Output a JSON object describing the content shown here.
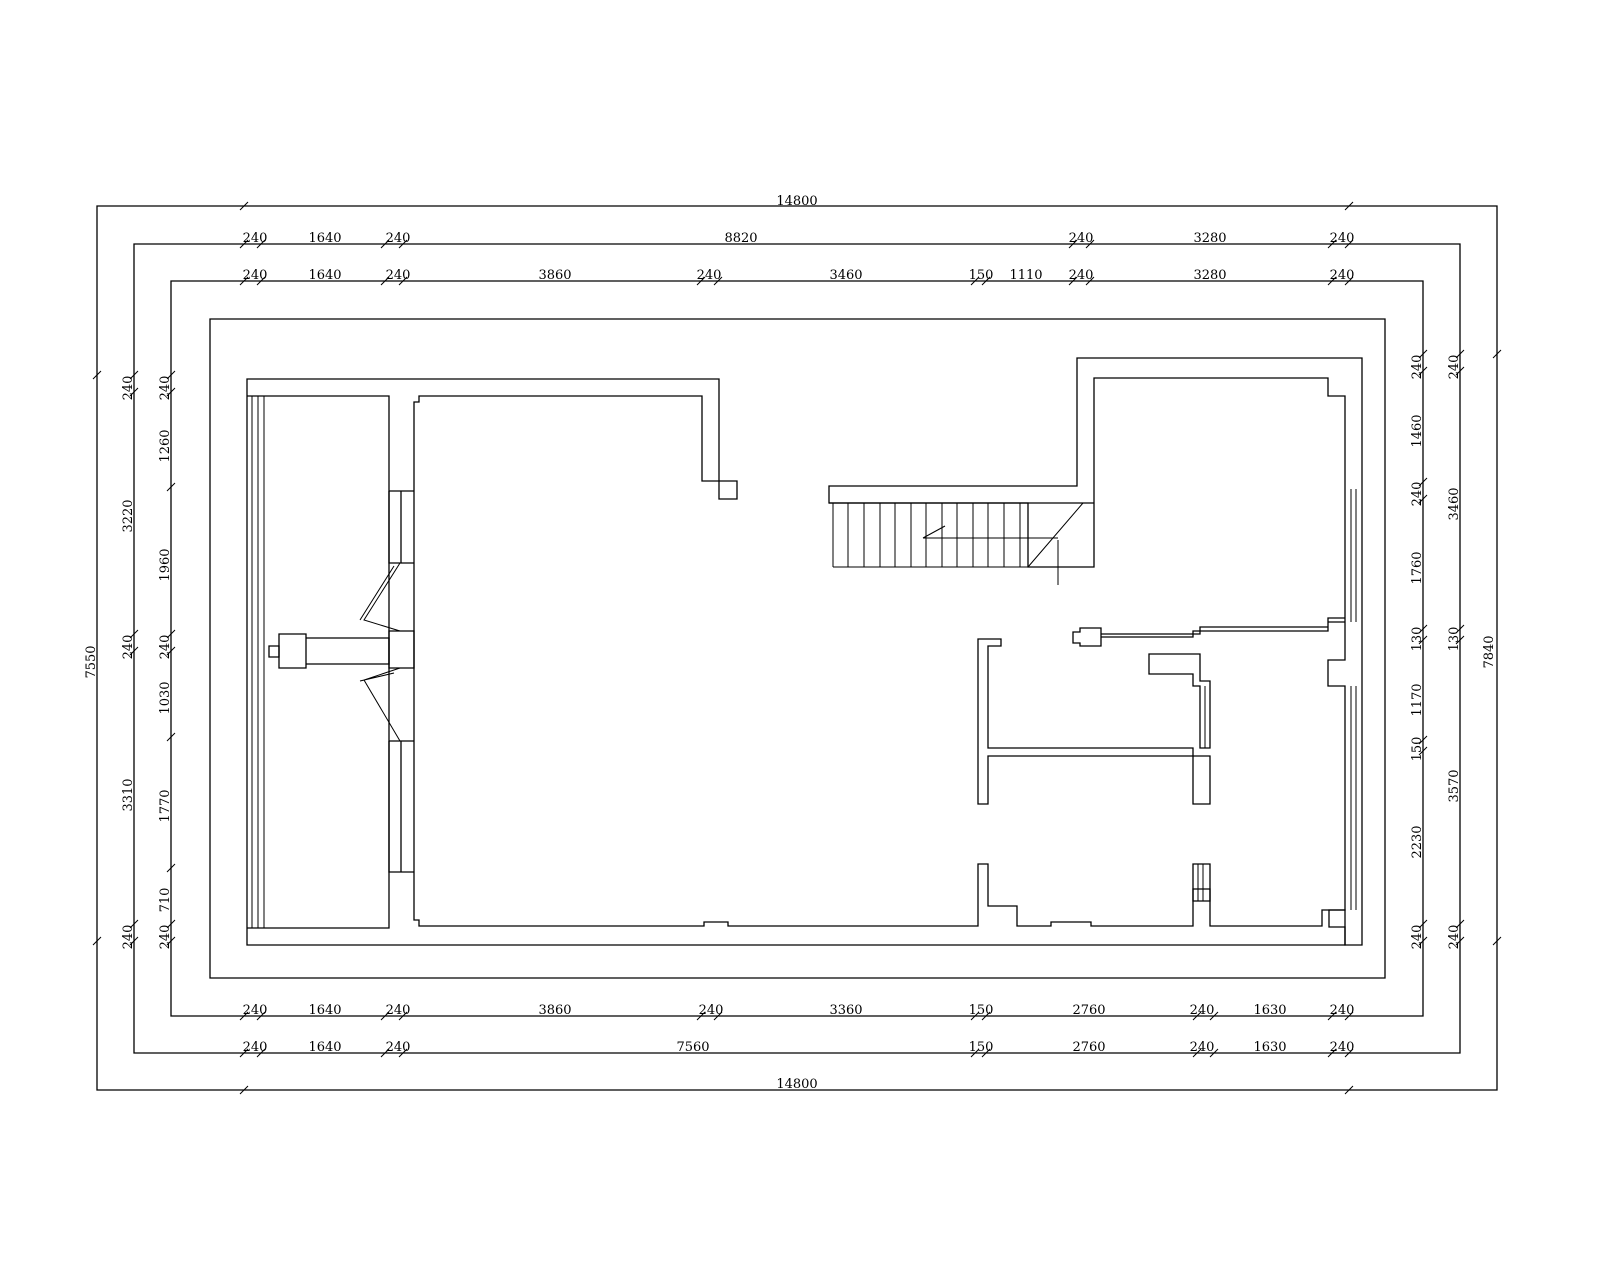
{
  "dims": {
    "top_overall": "14800",
    "top_row2": [
      "240",
      "1640",
      "240",
      "8820",
      "240",
      "3280",
      "240"
    ],
    "top_row3": [
      "240",
      "1640",
      "240",
      "3860",
      "240",
      "3460",
      "150",
      "1110",
      "240",
      "3280",
      "240"
    ],
    "bottom_row1": [
      "240",
      "1640",
      "240",
      "3860",
      "240",
      "3360",
      "150",
      "2760",
      "240",
      "1630",
      "240"
    ],
    "bottom_row2": [
      "240",
      "1640",
      "240",
      "7560",
      "150",
      "2760",
      "240",
      "1630",
      "240"
    ],
    "bottom_overall": "14800",
    "left_overall": "7550",
    "left_col2": [
      "240",
      "3220",
      "240",
      "3310",
      "240"
    ],
    "left_col3": [
      "240",
      "1260",
      "1960",
      "240",
      "1030",
      "1770",
      "710",
      "240"
    ],
    "right_col1": [
      "240",
      "1460",
      "240",
      "1760",
      "130",
      "1170",
      "150",
      "2230",
      "240"
    ],
    "right_col2": [
      "240",
      "3460",
      "130",
      "3570",
      "240"
    ],
    "right_overall": "7840"
  }
}
